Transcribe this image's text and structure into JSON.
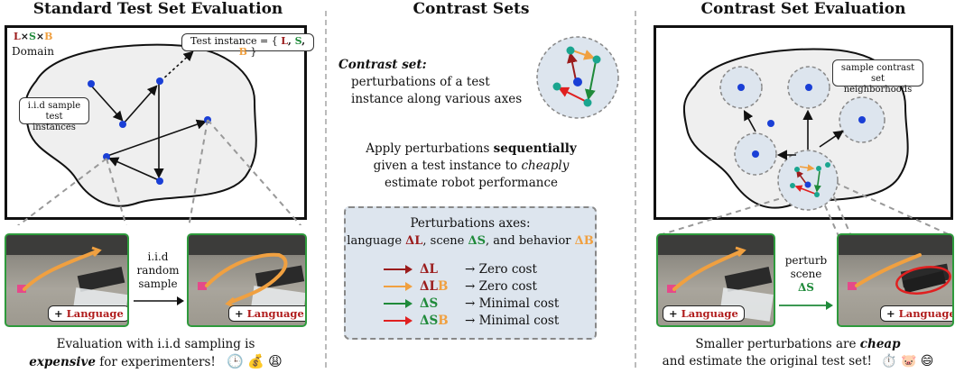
{
  "left": {
    "title": "Standard Test Set Evaluation",
    "domain_tokens": [
      "L",
      "×",
      "S",
      "×",
      "B"
    ],
    "domain_label": "Domain",
    "test_instance_prefix": "Test instance = {",
    "test_instance_tokens": [
      "L",
      ", ",
      "S",
      ", ",
      "B"
    ],
    "test_instance_suffix": "}",
    "iid_callout": [
      "i.i.d sample",
      "test instances"
    ],
    "middle_label": [
      "i.i.d",
      "random",
      "sample"
    ],
    "tag_plus": "+",
    "tag_lang": "Language",
    "caption_line1": "Evaluation with i.i.d sampling is",
    "caption_em": "expensive",
    "caption_line2_rest": " for experimenters!",
    "caption_emojis": [
      "🕒",
      "💰",
      "😩"
    ]
  },
  "middle": {
    "title": "Contrast Sets",
    "def_label": "Contrast set:",
    "def_text": [
      "perturbations of a test",
      "instance along various axes"
    ],
    "apply_pre": "Apply perturbations ",
    "apply_bold": "sequentially",
    "apply_line2_pre": "given a test instance to ",
    "apply_line2_em": "cheaply",
    "apply_line3": "estimate robot performance",
    "axes_title": "Perturbations axes:",
    "axes_line_pre": "language ",
    "axes_dL": "ΔL",
    "axes_sep1": ", scene ",
    "axes_dS": "ΔS",
    "axes_sep2": ", and behavior ",
    "axes_dB": "ΔB",
    "perturbations": [
      {
        "label_a": "ΔL",
        "label_b": "",
        "cost": "→ Zero cost",
        "color": "#9b1c1c"
      },
      {
        "label_a": "ΔL",
        "label_b": "B",
        "cost": "→ Zero cost",
        "color": "#f0a040"
      },
      {
        "label_a": "ΔS",
        "label_b": "",
        "cost": "→ Minimal cost",
        "color": "#1f8a3a"
      },
      {
        "label_a": "ΔS",
        "label_b": "B",
        "cost": "→ Minimal cost",
        "color": "#e02020"
      }
    ]
  },
  "right": {
    "title": "Contrast Set Evaluation",
    "callout": [
      "sample contrast",
      "set neighborhoods"
    ],
    "middle_label": [
      "perturb",
      "scene"
    ],
    "middle_delta": "ΔS",
    "caption_line1_pre": "Smaller perturbations are ",
    "caption_em": "cheap",
    "caption_line2": "and estimate the original test set!",
    "caption_emojis": [
      "⏱️",
      "🐷",
      "😄"
    ]
  },
  "colors": {
    "L": "#9b1c1c",
    "S": "#1f8a3a",
    "B": "#f0a040",
    "blob": "#efefef",
    "node": "#1a3fd6",
    "teal": "#1aa58f",
    "thumb_border": "#2e9a3c",
    "pert_box": "#dde5ee"
  }
}
